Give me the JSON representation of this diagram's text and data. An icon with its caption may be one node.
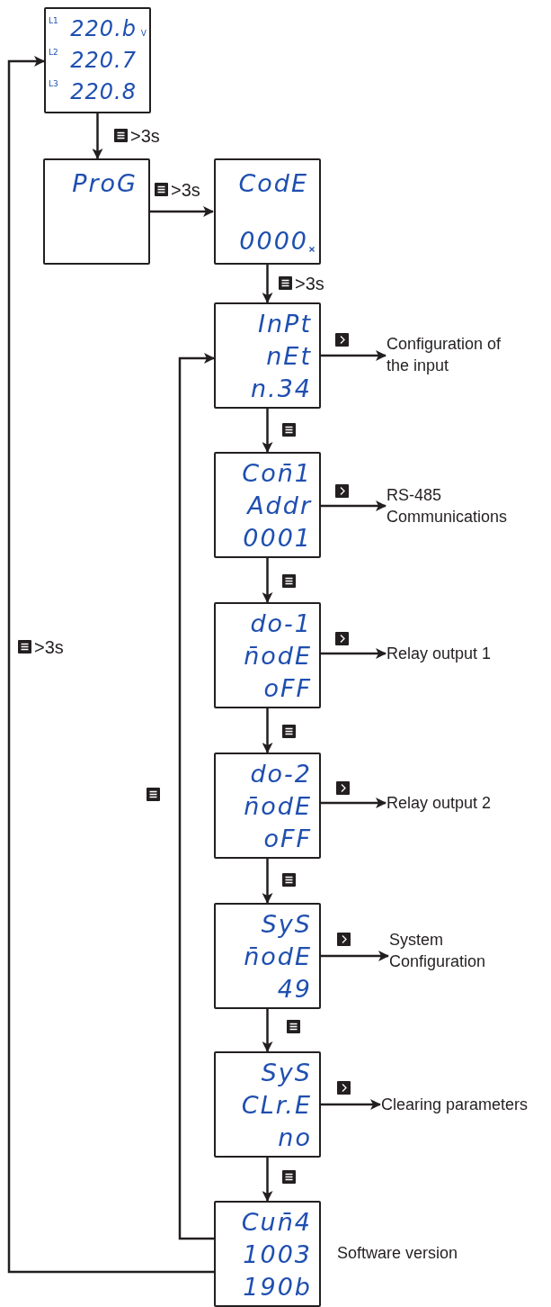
{
  "diagram": {
    "nodes": [
      {
        "text": [
          "L1",
          "220.b",
          "V",
          "L2",
          "220.7",
          "L3",
          "220.8"
        ]
      },
      {
        "text": [
          "ProG"
        ]
      },
      {
        "text": [
          "CodE",
          "0000"
        ]
      },
      {
        "text": [
          "InPt",
          "nEt",
          "n.34"
        ]
      },
      {
        "text": [
          "Configuration of the input"
        ]
      },
      {
        "text": [
          "Con̄1",
          "Addr",
          "0001"
        ]
      },
      {
        "text": [
          "RS-485 Communications"
        ]
      },
      {
        "text": [
          "do-1",
          "n̄odE",
          "oFF"
        ]
      },
      {
        "text": [
          "Relay output 1"
        ]
      },
      {
        "text": [
          "do-2",
          "n̄odE",
          "oFF"
        ]
      },
      {
        "text": [
          "Relay output 2"
        ]
      },
      {
        "text": [
          "SyS",
          "n̄odE",
          "49"
        ]
      },
      {
        "text": [
          "System Configuration"
        ]
      },
      {
        "text": [
          "SyS",
          "CLr.E",
          "no"
        ]
      },
      {
        "text": [
          "Clearing parameters"
        ]
      },
      {
        "text": [
          "Cun̄4",
          "1003",
          "190b"
        ],
        "beside": [
          "Software version"
        ]
      }
    ],
    "edges": [
      {
        "from": 0,
        "to": 1,
        "arrow": "to",
        "label": ">3s"
      },
      {
        "from": 1,
        "to": 2,
        "arrow": "to",
        "label": ">3s"
      },
      {
        "from": 2,
        "to": 3,
        "arrow": "to",
        "label": ">3s"
      },
      {
        "from": 3,
        "to": 4,
        "arrow": "to"
      },
      {
        "from": 3,
        "to": 5,
        "arrow": "to"
      },
      {
        "from": 5,
        "to": 6,
        "arrow": "to"
      },
      {
        "from": 5,
        "to": 7,
        "arrow": "to"
      },
      {
        "from": 7,
        "to": 8,
        "arrow": "to"
      },
      {
        "from": 7,
        "to": 9,
        "arrow": "to"
      },
      {
        "from": 9,
        "to": 10,
        "arrow": "to"
      },
      {
        "from": 9,
        "to": 11,
        "arrow": "to"
      },
      {
        "from": 11,
        "to": 12,
        "arrow": "to"
      },
      {
        "from": 11,
        "to": 13,
        "arrow": "to"
      },
      {
        "from": 13,
        "to": 14,
        "arrow": "to"
      },
      {
        "from": 13,
        "to": 15,
        "arrow": "to"
      },
      {
        "from": 15,
        "to": 3,
        "arrow": "to"
      },
      {
        "from": 15,
        "to": 0,
        "arrow": "to",
        "label": ">3s"
      }
    ]
  }
}
